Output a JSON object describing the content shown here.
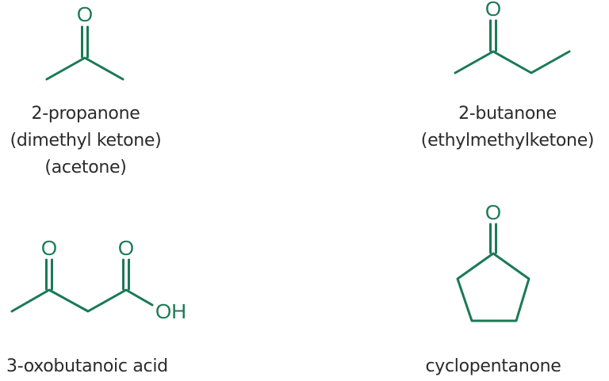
{
  "colors": {
    "bond": "#1a7a55",
    "text": "#2b2b2b",
    "background": "#ffffff"
  },
  "molecules": [
    {
      "id": "acetone",
      "atoms": [
        "O"
      ],
      "names": [
        "2-propanone",
        "(dimethyl ketone)",
        "(acetone)"
      ]
    },
    {
      "id": "butanone",
      "atoms": [
        "O"
      ],
      "names": [
        "2-butanone",
        "(ethylmethylketone)"
      ]
    },
    {
      "id": "oxobutanoic",
      "atoms": [
        "O",
        "O",
        "OH"
      ],
      "names": [
        "3-oxobutanoic acid"
      ]
    },
    {
      "id": "cyclopentanone",
      "atoms": [
        "O"
      ],
      "names": [
        "cyclopentanone"
      ]
    }
  ]
}
